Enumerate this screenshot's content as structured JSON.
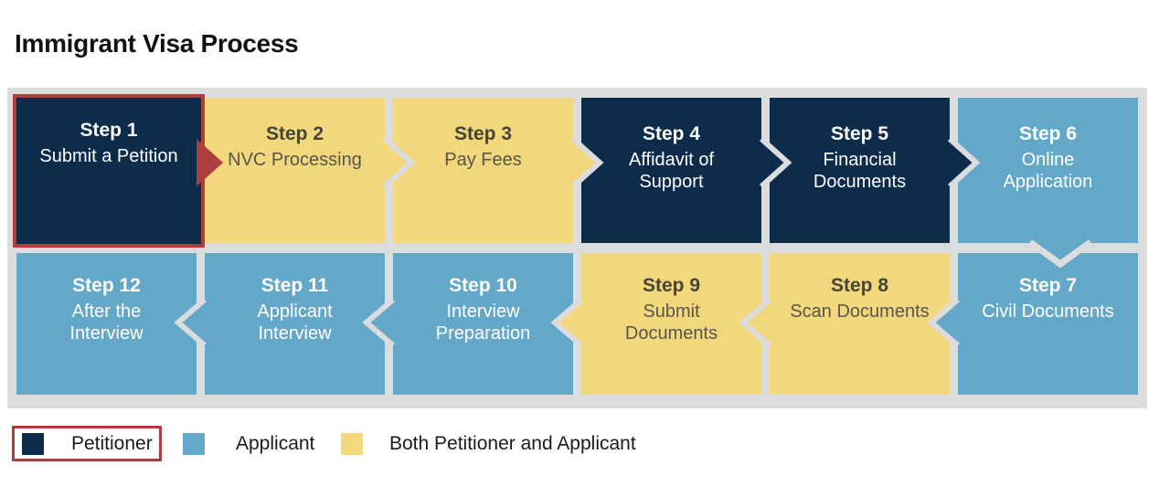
{
  "page": {
    "title": "Immigrant Visa Process"
  },
  "steps": [
    {
      "label": "Step 1",
      "line1": "Submit a Petition",
      "line2": "",
      "actor": "petitioner",
      "highlighted": true
    },
    {
      "label": "Step 2",
      "line1": "NVC Processing",
      "line2": "",
      "actor": "both",
      "highlighted": false
    },
    {
      "label": "Step 3",
      "line1": "Pay Fees",
      "line2": "",
      "actor": "both",
      "highlighted": false
    },
    {
      "label": "Step 4",
      "line1": "Affidavit of",
      "line2": "Support",
      "actor": "petitioner",
      "highlighted": false
    },
    {
      "label": "Step 5",
      "line1": "Financial",
      "line2": "Documents",
      "actor": "petitioner",
      "highlighted": false
    },
    {
      "label": "Step 6",
      "line1": "Online",
      "line2": "Application",
      "actor": "applicant",
      "highlighted": false
    },
    {
      "label": "Step 7",
      "line1": "Civil Documents",
      "line2": "",
      "actor": "applicant",
      "highlighted": false
    },
    {
      "label": "Step 8",
      "line1": "Scan Documents",
      "line2": "",
      "actor": "both",
      "highlighted": false
    },
    {
      "label": "Step 9",
      "line1": "Submit",
      "line2": "Documents",
      "actor": "both",
      "highlighted": false
    },
    {
      "label": "Step 10",
      "line1": "Interview",
      "line2": "Preparation",
      "actor": "applicant",
      "highlighted": false
    },
    {
      "label": "Step 11",
      "line1": "Applicant",
      "line2": "Interview",
      "actor": "applicant",
      "highlighted": false
    },
    {
      "label": "Step 12",
      "line1": "After the",
      "line2": "Interview",
      "actor": "applicant",
      "highlighted": false
    }
  ],
  "legend": {
    "items": [
      {
        "label": "Petitioner",
        "color": "#0D2B4B",
        "highlighted": true
      },
      {
        "label": "Applicant",
        "color": "#63A7C9",
        "highlighted": false
      },
      {
        "label": "Both Petitioner and Applicant",
        "color": "#F2D77D",
        "highlighted": false
      }
    ]
  },
  "colors": {
    "petitioner": "#0D2B4B",
    "applicant": "#63A7C9",
    "both": "#F2D77D",
    "highlight_red": "#AE3F3F",
    "panel_background": "#DBDCDD"
  }
}
